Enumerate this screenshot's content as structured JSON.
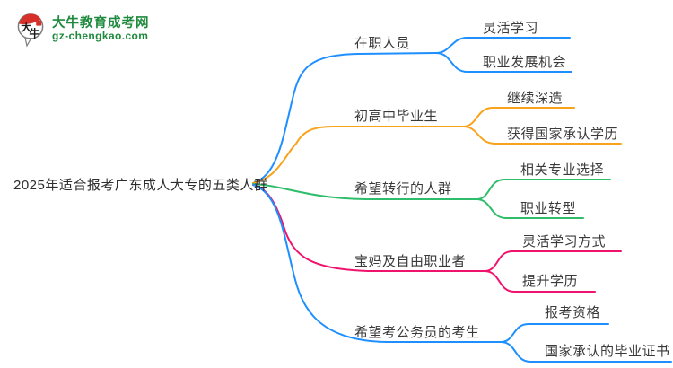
{
  "diagram": {
    "type": "mindmap"
  },
  "logo": {
    "site_name": "大牛教育成考网",
    "site_url": "gz-chengkao.com",
    "icon_char_top": "大",
    "icon_char_bottom": "牛",
    "brand_green": "#1f8a3d",
    "seal_red": "#d7302a"
  },
  "root": {
    "label": "2025年适合报考广东成人大专的五类人群"
  },
  "branches": [
    {
      "label": "在职人员",
      "color": "#1E8FFF",
      "children": [
        {
          "label": "灵活学习"
        },
        {
          "label": "职业发展机会"
        }
      ]
    },
    {
      "label": "初高中毕业生",
      "color": "#F9A21B",
      "children": [
        {
          "label": "继续深造"
        },
        {
          "label": "获得国家承认学历"
        }
      ]
    },
    {
      "label": "希望转行的人群",
      "color": "#2EBD6B",
      "children": [
        {
          "label": "相关专业选择"
        },
        {
          "label": "职业转型"
        }
      ]
    },
    {
      "label": "宝妈及自由职业者",
      "color": "#F0136E",
      "children": [
        {
          "label": "灵活学习方式"
        },
        {
          "label": "提升学历"
        }
      ]
    },
    {
      "label": "希望考公务员的考生",
      "color": "#1E8FFF",
      "children": [
        {
          "label": "报考资格"
        },
        {
          "label": "国家承认的毕业证书"
        }
      ]
    }
  ]
}
